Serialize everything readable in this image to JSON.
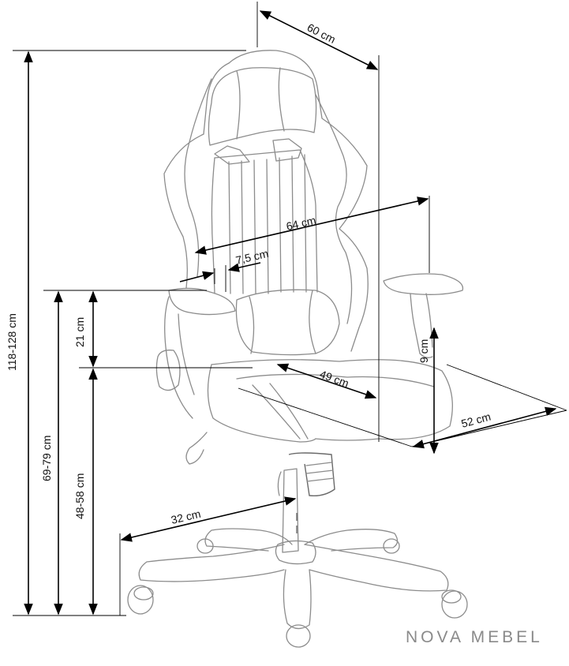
{
  "dimensions": {
    "depth": "60 cm",
    "armrest_span": "64 cm",
    "backrest_thickness": "7,5 cm",
    "total_height": "118-128 cm",
    "armrest_to_seat": "21 cm",
    "armrest_height": "69-79 cm",
    "seat_height": "48-58 cm",
    "seat_depth": "49 cm",
    "armrest_thickness": "9 cm",
    "seat_width": "52 cm",
    "base_radius": "32 cm"
  },
  "brand": "NOVA MEBEL",
  "colors": {
    "chair_outline": "#8c8c8c",
    "dimension_lines": "#000000",
    "brand_text": "#8a8a8a"
  }
}
